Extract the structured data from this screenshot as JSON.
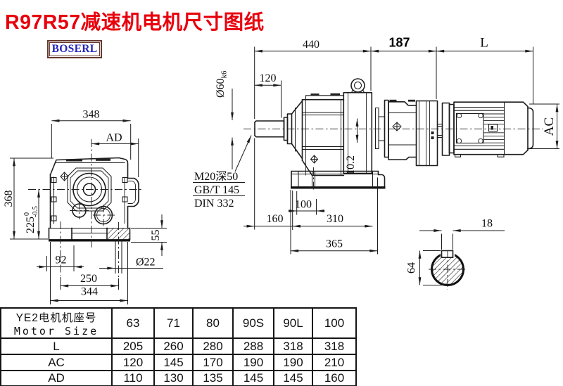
{
  "title": "R97R57减速机电机尺寸图纸",
  "logo": {
    "text": "BOSERL"
  },
  "colors": {
    "title": "#e8000d",
    "logo_text": "#2424bc",
    "logo_border": "#66382f",
    "ink": "#1c1c1c"
  },
  "front_view": {
    "dim_width": "348",
    "dim_ad": "AD",
    "dim_height": "368",
    "dim_axis_height": "225",
    "dim_axis_tol_top": "0",
    "dim_axis_tol_bottom": "-0.5",
    "dim_foot_offset": "92",
    "dim_bolt_span": "250",
    "dim_base_width": "344",
    "dim_foot_height": "55",
    "dim_hole": "Ø22"
  },
  "side_view": {
    "dim_total": "440",
    "dim_gear_unit": "187",
    "dim_motor": "L",
    "dim_shaft_len": "120",
    "dim_shaft_dia": "Ø60",
    "dim_shaft_fit": "k6",
    "thread_note": "M20深50",
    "std_note1": "GB/T 145",
    "std_note2": "DIN 332",
    "dim_key_height": "10.2",
    "dim_shaft_to_foot": "160",
    "dim_foot_hole": "100",
    "dim_foot_span": "310",
    "dim_base_len": "365",
    "dim_motor_dia": "AC"
  },
  "shaft_section": {
    "dim_key_width": "18",
    "dim_key_depth": "64"
  },
  "table": {
    "header_cn": "YE2电机机座号",
    "header_en": "Motor Size",
    "columns": [
      "63",
      "71",
      "80",
      "90S",
      "90L",
      "100"
    ],
    "rows": [
      {
        "label": "L",
        "values": [
          "205",
          "260",
          "280",
          "288",
          "318",
          "318"
        ]
      },
      {
        "label": "AC",
        "values": [
          "120",
          "145",
          "170",
          "190",
          "190",
          "210"
        ]
      },
      {
        "label": "AD",
        "values": [
          "110",
          "130",
          "135",
          "145",
          "145",
          "160"
        ]
      }
    ]
  }
}
